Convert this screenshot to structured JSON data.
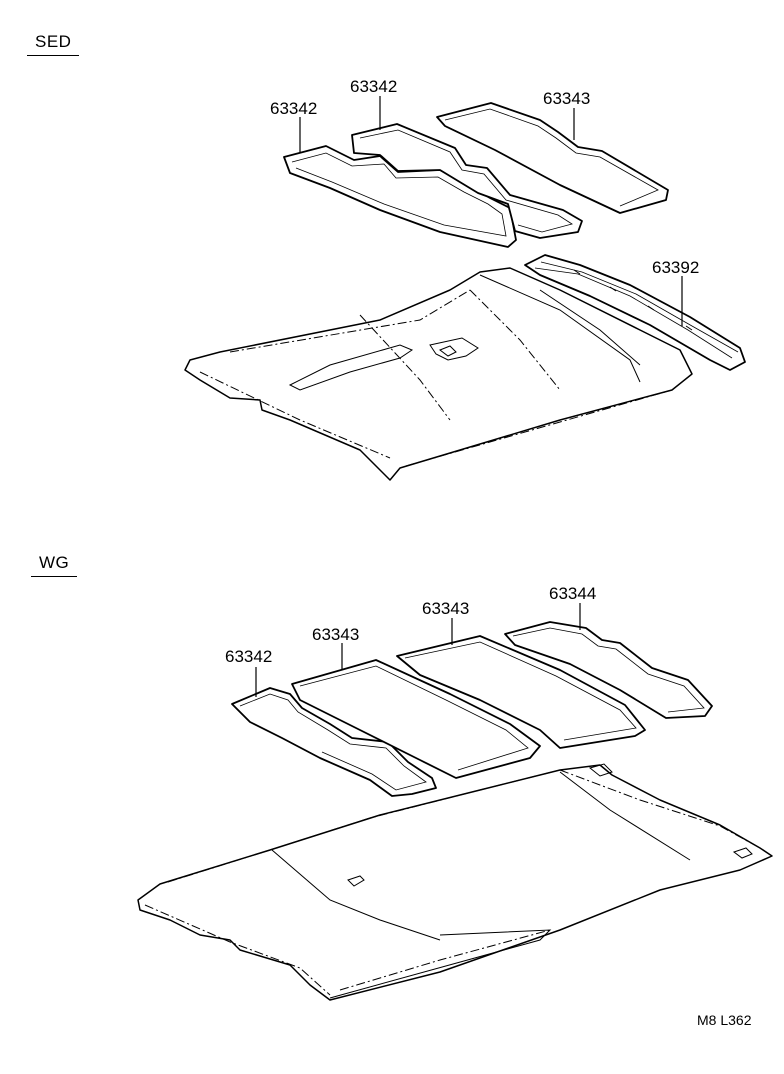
{
  "sections": {
    "sed": {
      "label": "SED"
    },
    "wg": {
      "label": "WG"
    }
  },
  "sed_parts": {
    "pad_left": "63342",
    "pad_middle": "63342",
    "pad_right": "63343",
    "rail": "63392"
  },
  "wg_parts": {
    "pad_1": "63342",
    "pad_2": "63343",
    "pad_3": "63343",
    "pad_4": "63344"
  },
  "figure_code": "M8 L362"
}
